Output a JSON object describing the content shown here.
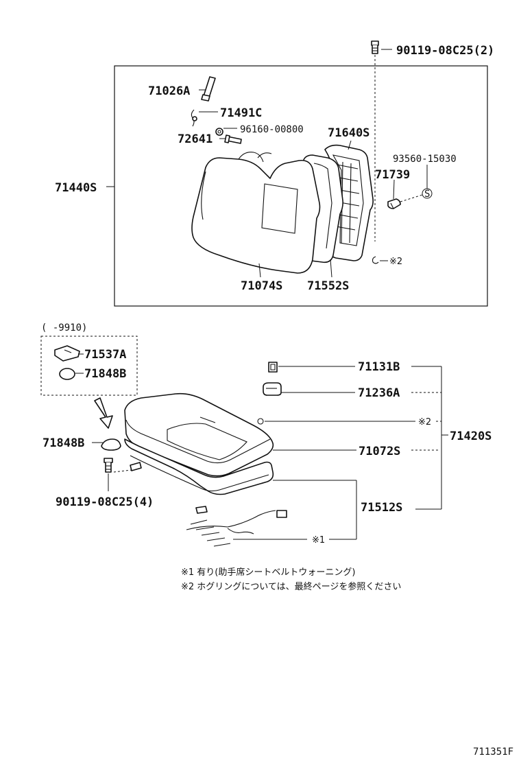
{
  "labels": {
    "bolt_top": "90119-08C25(2)",
    "p71026A": "71026A",
    "p71491C": "71491C",
    "p96160": "96160-00800",
    "p72641": "72641",
    "p71640S": "71640S",
    "p93560": "93560-15030",
    "p71739": "71739",
    "p71440S": "71440S",
    "p71074S": "71074S",
    "p71552S": "71552S",
    "ref2_back": "※2",
    "date_range": "(    -9910)",
    "p71537A": "71537A",
    "p71848B_box": "71848B",
    "p71848B": "71848B",
    "bolt_bottom": "90119-08C25(4)",
    "p71131B": "71131B",
    "p71236A": "71236A",
    "ref2_cushion": "※2",
    "p71420S": "71420S",
    "p71072S": "71072S",
    "p71512S": "71512S",
    "ref1": "※1",
    "note1": "※1  有り(助手席シートベルトウォーニング)",
    "note2": "※2  ホグリングについては、最終ページを参照ください",
    "catalog_code": "711351F",
    "marker_s": "S"
  }
}
